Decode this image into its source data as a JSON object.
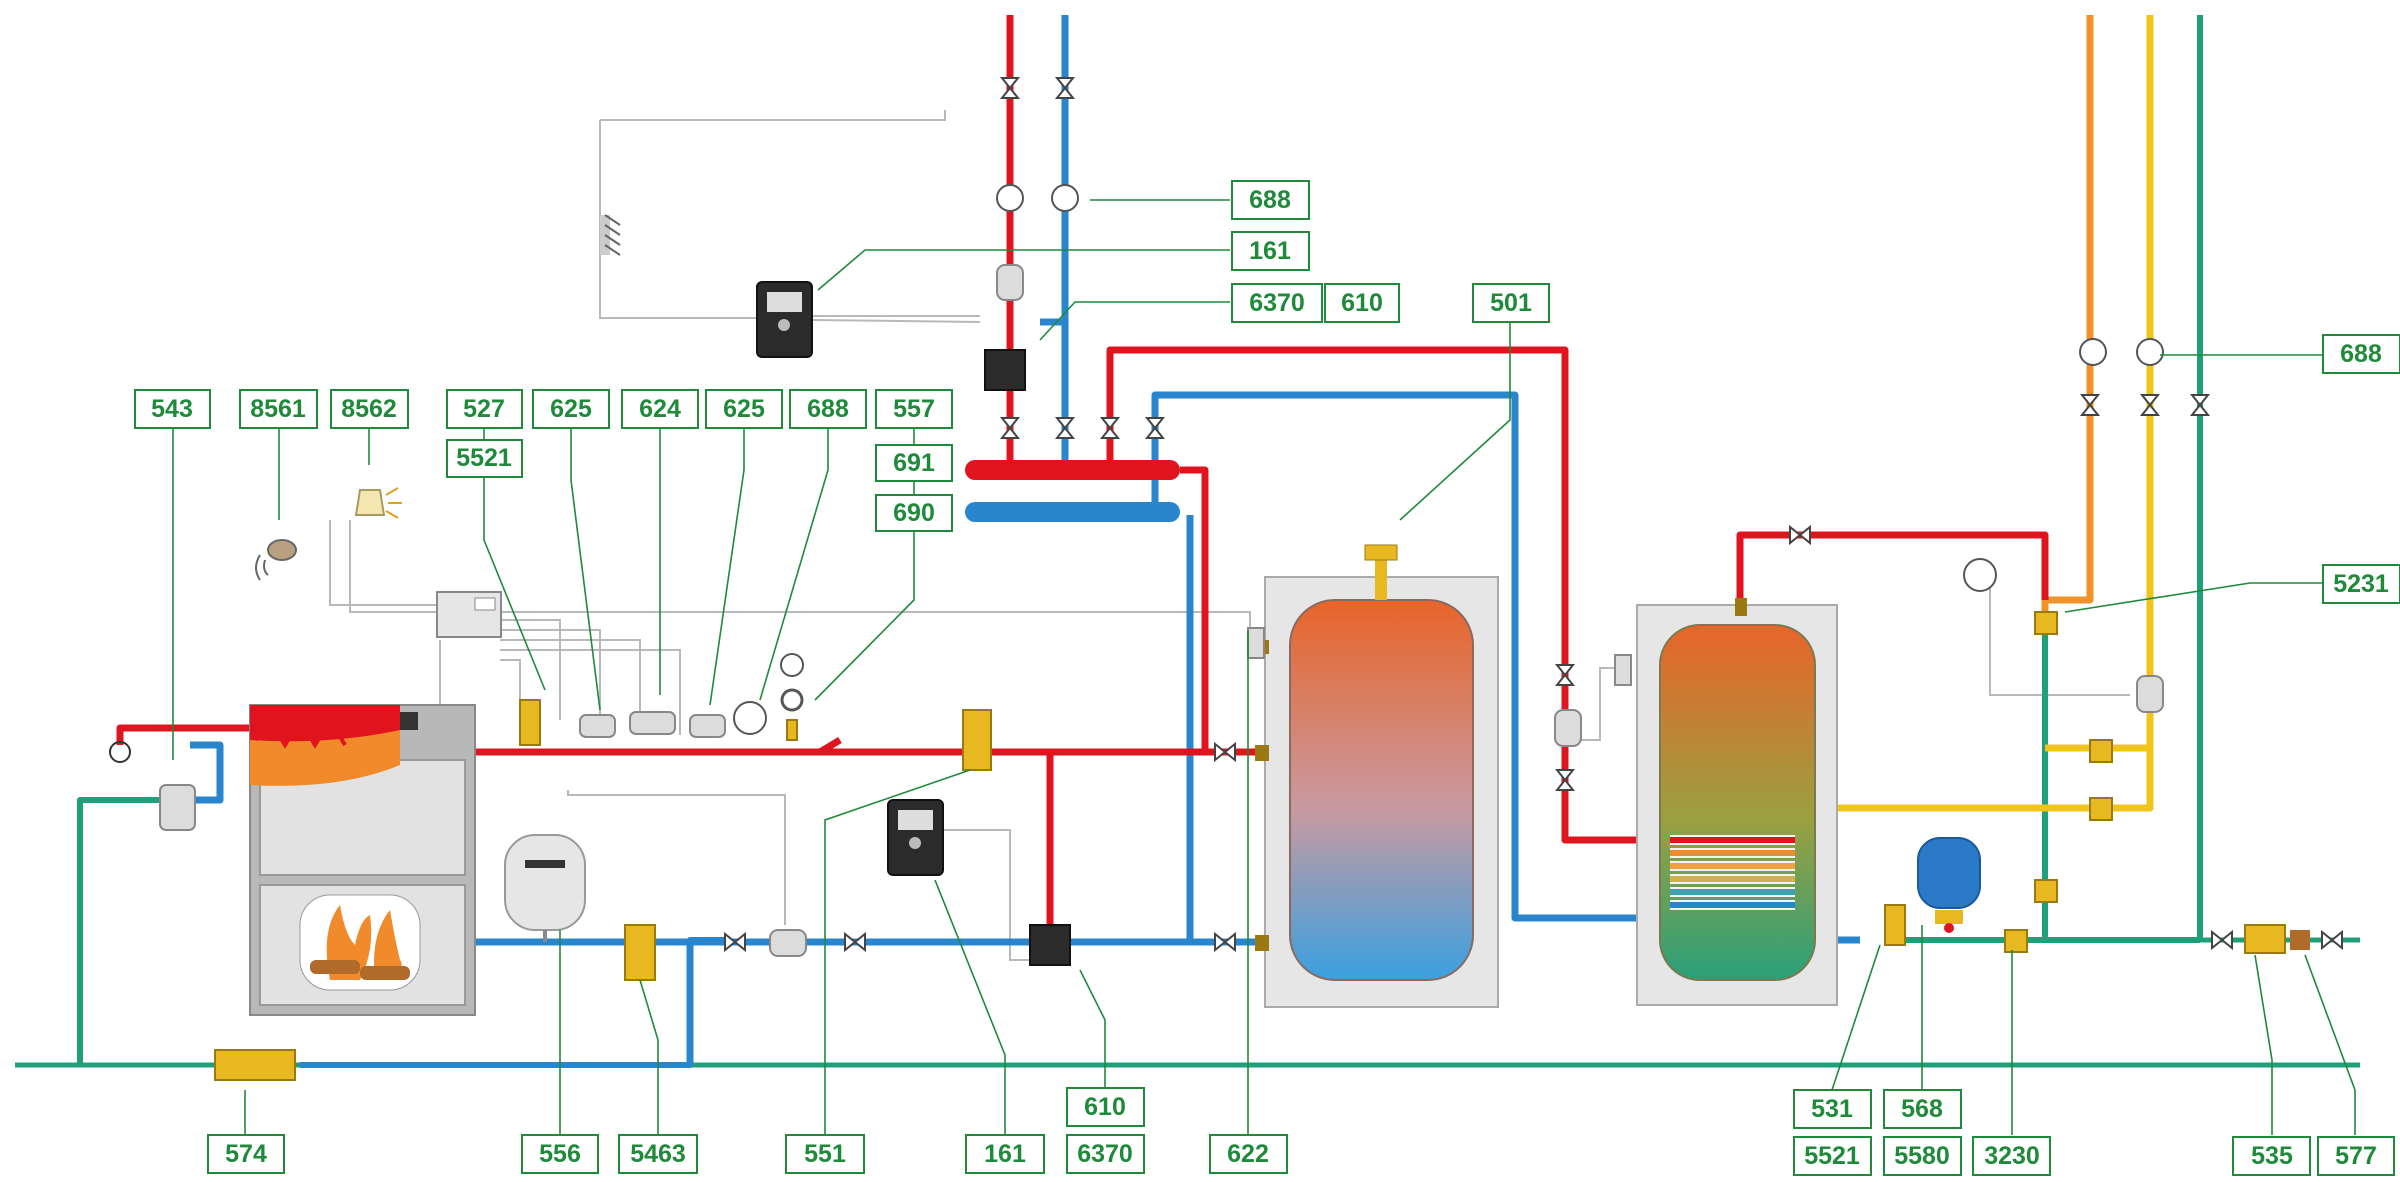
{
  "colors": {
    "label_green": "#1e8a3a",
    "hot_pipe": "#e0141f",
    "cold_pipe": "#2a86cc",
    "mains_pipe": "#1fa07a",
    "dhw_pipe": "#f0c419",
    "recirc_pipe": "#f0922a"
  },
  "labels": [
    {
      "text": "543"
    },
    {
      "text": "8561"
    },
    {
      "text": "8562"
    },
    {
      "text": "527"
    },
    {
      "text": "5521"
    },
    {
      "text": "625"
    },
    {
      "text": "624"
    },
    {
      "text": "625"
    },
    {
      "text": "688"
    },
    {
      "text": "557"
    },
    {
      "text": "691"
    },
    {
      "text": "690"
    },
    {
      "text": "688"
    },
    {
      "text": "161"
    },
    {
      "text": "6370"
    },
    {
      "text": "610"
    },
    {
      "text": "501"
    },
    {
      "text": "688"
    },
    {
      "text": "5231"
    },
    {
      "text": "574"
    },
    {
      "text": "556"
    },
    {
      "text": "5463"
    },
    {
      "text": "551"
    },
    {
      "text": "161"
    },
    {
      "text": "610"
    },
    {
      "text": "6370"
    },
    {
      "text": "622"
    },
    {
      "text": "531"
    },
    {
      "text": "5521"
    },
    {
      "text": "568"
    },
    {
      "text": "5580"
    },
    {
      "text": "3230"
    },
    {
      "text": "535"
    },
    {
      "text": "577"
    }
  ],
  "components": [
    "boiler",
    "flue-heat-exchanger",
    "expansion-vessel",
    "buffer-tank",
    "dhw-cylinder",
    "hydraulic-separator",
    "mixing-valve",
    "circulation-pump",
    "controller",
    "thermometer",
    "pressure-gauge",
    "air-vent",
    "safety-valve",
    "dirt-separator",
    "filling-group",
    "thermostatic-mixer",
    "outdoor-sensor",
    "solar-expansion-vessel"
  ]
}
